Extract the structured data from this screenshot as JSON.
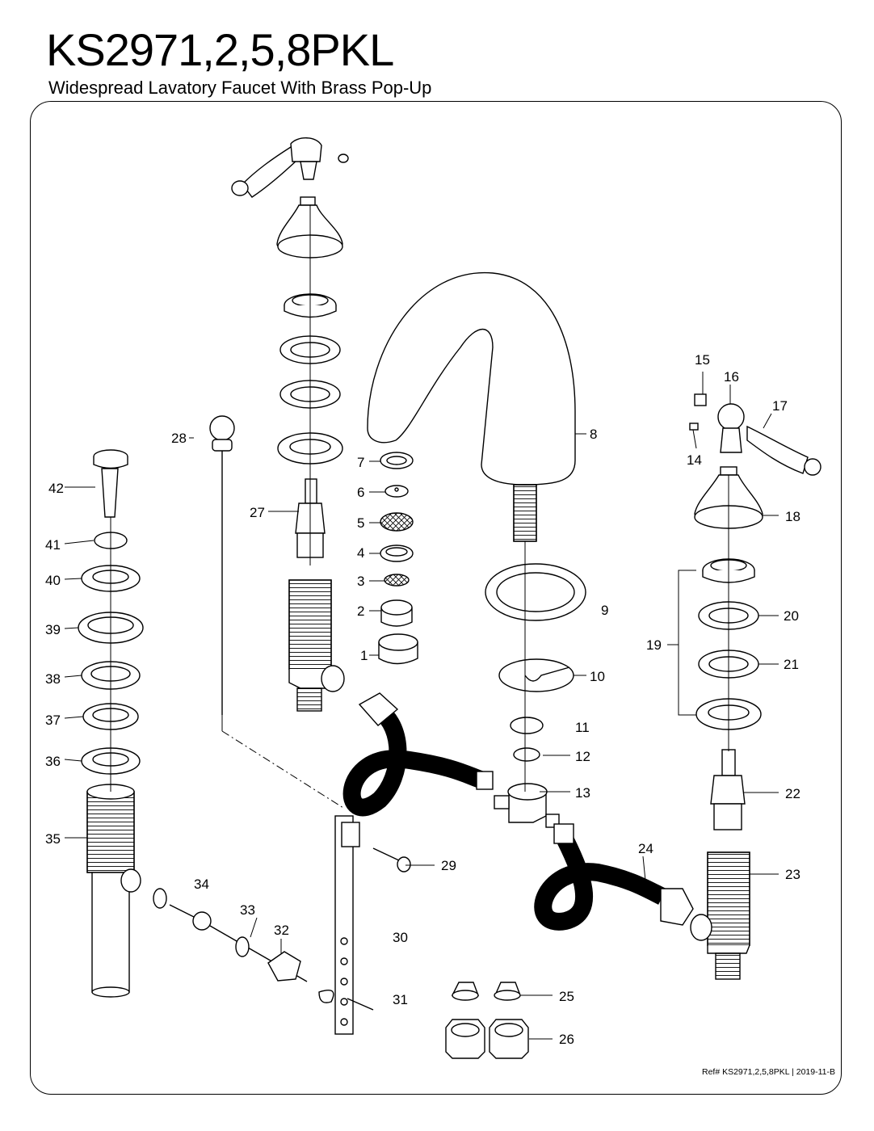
{
  "header": {
    "model": "KS2971,2,5,8PKL",
    "description": "Widespread Lavatory Faucet With Brass Pop-Up"
  },
  "footer": {
    "reference": "Ref# KS2971,2,5,8PKL | 2019-11-B"
  },
  "labels": {
    "p1": "1",
    "p2": "2",
    "p3": "3",
    "p4": "4",
    "p5": "5",
    "p6": "6",
    "p7": "7",
    "p8": "8",
    "p9": "9",
    "p10": "10",
    "p11": "11",
    "p12": "12",
    "p13": "13",
    "p14": "14",
    "p15": "15",
    "p16": "16",
    "p17": "17",
    "p18": "18",
    "p19": "19",
    "p20": "20",
    "p21": "21",
    "p22": "22",
    "p23": "23",
    "p24": "24",
    "p25": "25",
    "p26": "26",
    "p27": "27",
    "p28": "28",
    "p29": "29",
    "p30": "30",
    "p31": "31",
    "p32": "32",
    "p33": "33",
    "p34": "34",
    "p35": "35",
    "p36": "36",
    "p37": "37",
    "p38": "38",
    "p39": "39",
    "p40": "40",
    "p41": "41",
    "p42": "42"
  }
}
